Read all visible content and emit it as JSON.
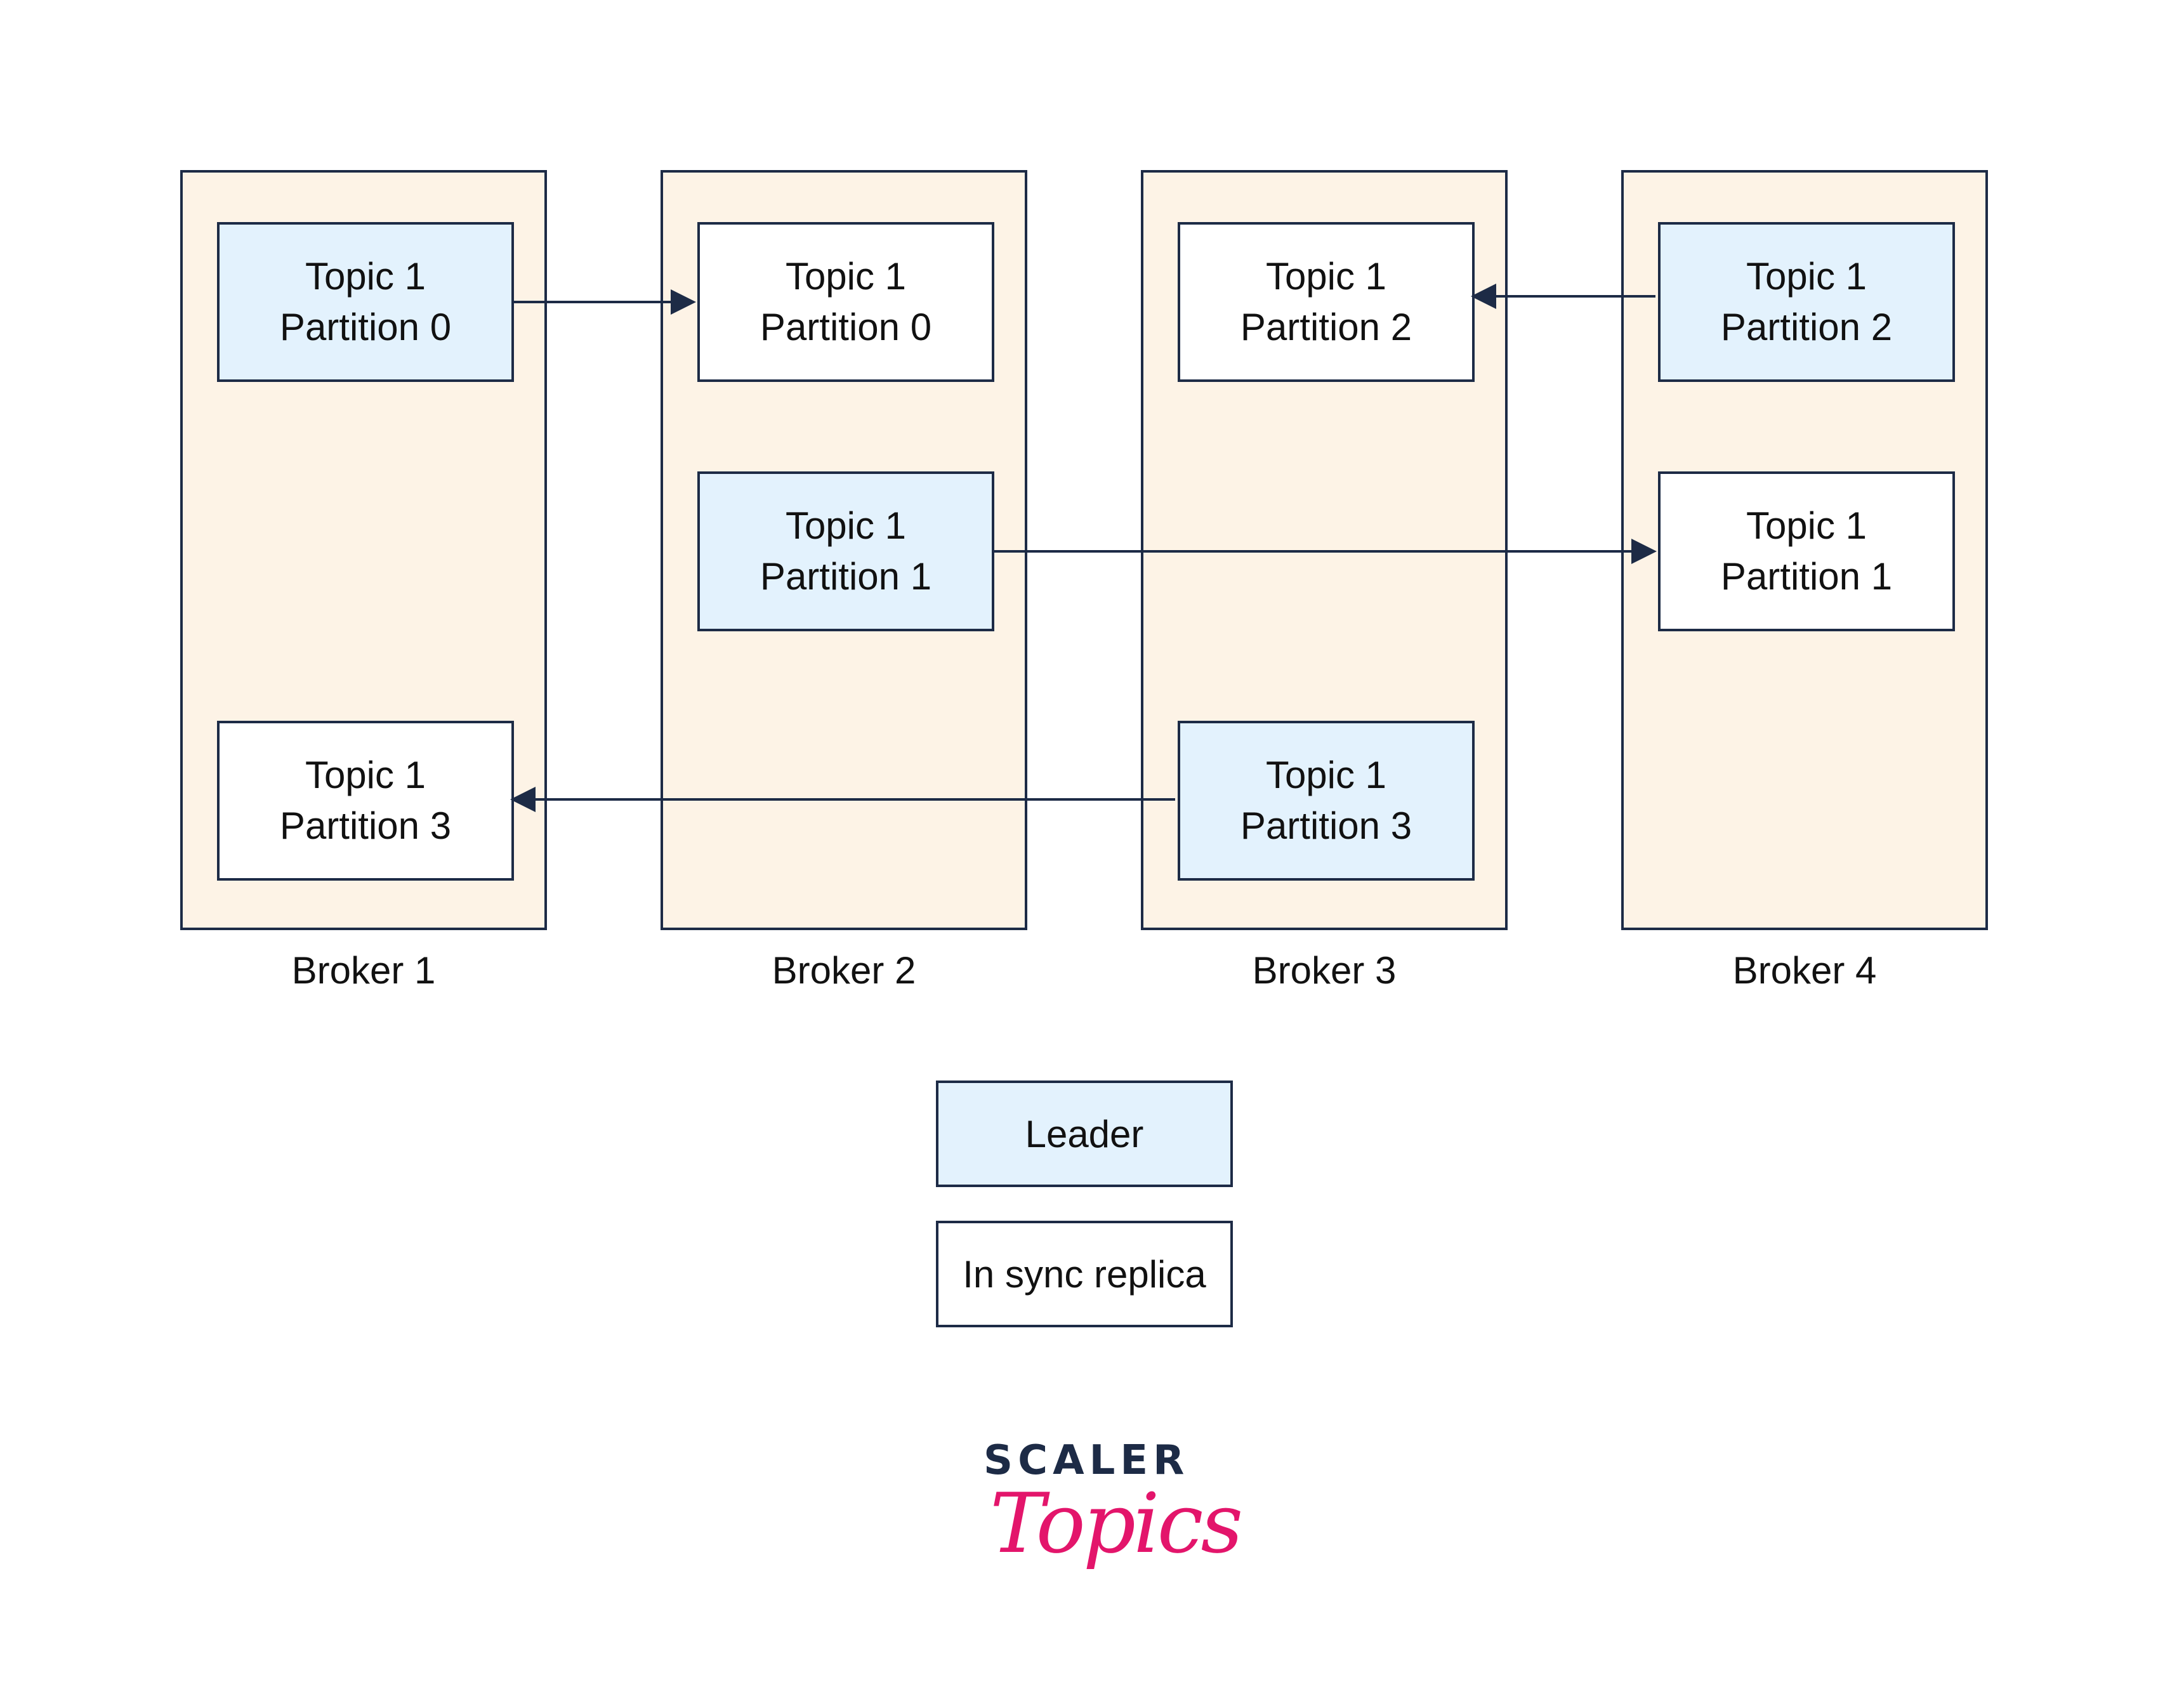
{
  "brokers": [
    {
      "label": "Broker 1",
      "partitions": [
        {
          "topic": "Topic 1",
          "partition": "Partition 0",
          "role": "leader"
        },
        {
          "topic": "Topic 1",
          "partition": "Partition 3",
          "role": "replica"
        }
      ]
    },
    {
      "label": "Broker 2",
      "partitions": [
        {
          "topic": "Topic 1",
          "partition": "Partition 0",
          "role": "replica"
        },
        {
          "topic": "Topic 1",
          "partition": "Partition 1",
          "role": "leader"
        }
      ]
    },
    {
      "label": "Broker 3",
      "partitions": [
        {
          "topic": "Topic 1",
          "partition": "Partition 2",
          "role": "replica"
        },
        {
          "topic": "Topic 1",
          "partition": "Partition 3",
          "role": "leader"
        }
      ]
    },
    {
      "label": "Broker 4",
      "partitions": [
        {
          "topic": "Topic 1",
          "partition": "Partition 2",
          "role": "leader"
        },
        {
          "topic": "Topic 1",
          "partition": "Partition 1",
          "role": "replica"
        }
      ]
    }
  ],
  "legend": {
    "leader": "Leader",
    "replica": "In sync replica"
  },
  "logo": {
    "top": "SCALER",
    "script": "Topics"
  },
  "colors": {
    "broker_bg": "#fdf3e6",
    "leader_bg": "#e3f2fd",
    "replica_bg": "#ffffff",
    "stroke": "#1d2b46",
    "logo_pink": "#e3156b"
  }
}
